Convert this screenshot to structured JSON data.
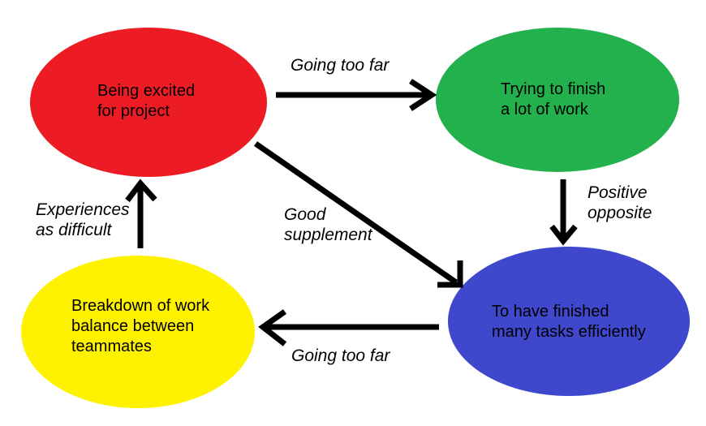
{
  "diagram": {
    "background_color": "#ffffff",
    "arrow_color": "#000000",
    "text_color": "#000000",
    "nodes": {
      "being_excited": {
        "lines": [
          "Being excited",
          "for project"
        ],
        "fill": "#ed1c24"
      },
      "trying_to_finish": {
        "lines": [
          "Trying to finish",
          "a lot of work"
        ],
        "fill": "#22b14c"
      },
      "finished_tasks": {
        "lines": [
          "To have finished",
          "many tasks efficiently"
        ],
        "fill": "#3f48cc"
      },
      "work_breakdown": {
        "lines": [
          "Breakdown of work",
          "balance between",
          "teammates"
        ],
        "fill": "#fff200"
      }
    },
    "edges": {
      "excited_to_trying": {
        "label": "Going too far"
      },
      "trying_to_finished": {
        "lines": [
          "Positive",
          "opposite"
        ]
      },
      "excited_to_finished": {
        "lines": [
          "Good",
          "supplement"
        ]
      },
      "breakdown_to_excited": {
        "lines": [
          "Experiences",
          "as difficult"
        ]
      },
      "finished_to_breakdown": {
        "label": "Going too far"
      }
    }
  }
}
